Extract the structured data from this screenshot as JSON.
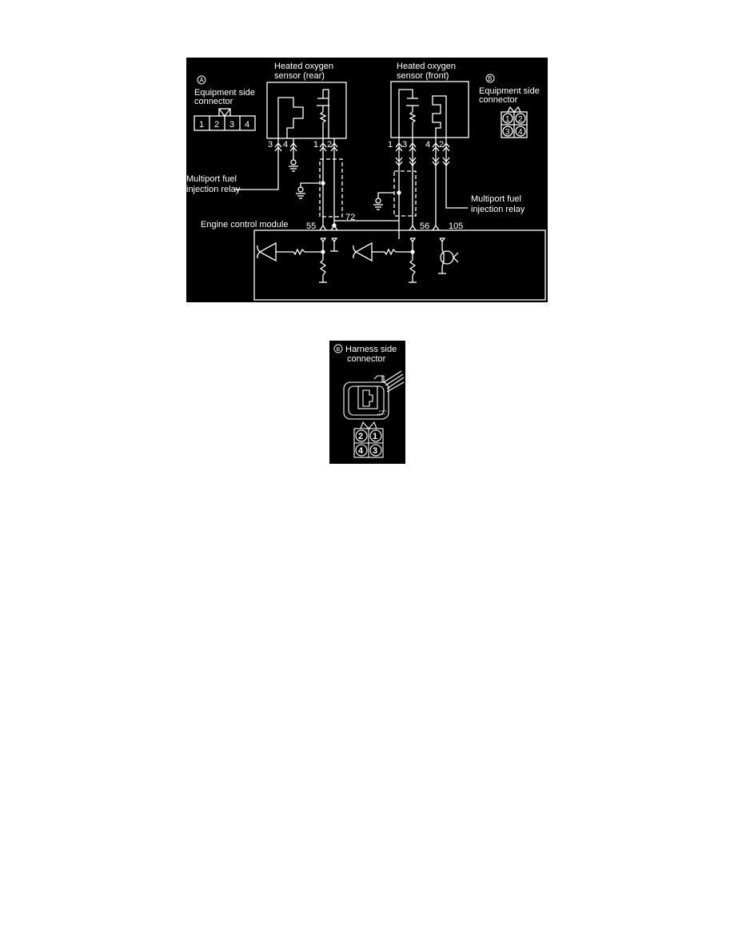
{
  "main_diagram": {
    "connector_a": {
      "badge": "A",
      "label_line1": "Equipment side",
      "label_line2": "connector",
      "pins": [
        "1",
        "2",
        "3",
        "4"
      ]
    },
    "connector_b": {
      "badge": "B",
      "label_line1": "Equipment side",
      "label_line2": "connector",
      "pins": [
        "1",
        "2",
        "3",
        "4"
      ]
    },
    "sensor_rear": {
      "label_line1": "Heated oxygen",
      "label_line2": "sensor (rear)",
      "pins": [
        "3",
        "4",
        "1",
        "2"
      ]
    },
    "sensor_front": {
      "label_line1": "Heated oxygen",
      "label_line2": "sensor (front)",
      "pins": [
        "1",
        "3",
        "4",
        "2"
      ]
    },
    "relay_left": {
      "line1": "Multiport fuel",
      "line2": "injection relay"
    },
    "relay_right": {
      "line1": "Multiport fuel",
      "line2": "injection relay"
    },
    "ecm": {
      "label": "Engine control module",
      "terminals": [
        "55",
        "72",
        "56",
        "105"
      ]
    }
  },
  "harness_connector": {
    "badge": "B",
    "label_line1": "Harness side",
    "label_line2": "connector",
    "pins": [
      "2",
      "1",
      "4",
      "3"
    ]
  },
  "colors": {
    "background": "#000000",
    "lines": "#ffffff",
    "page": "#ffffff"
  }
}
